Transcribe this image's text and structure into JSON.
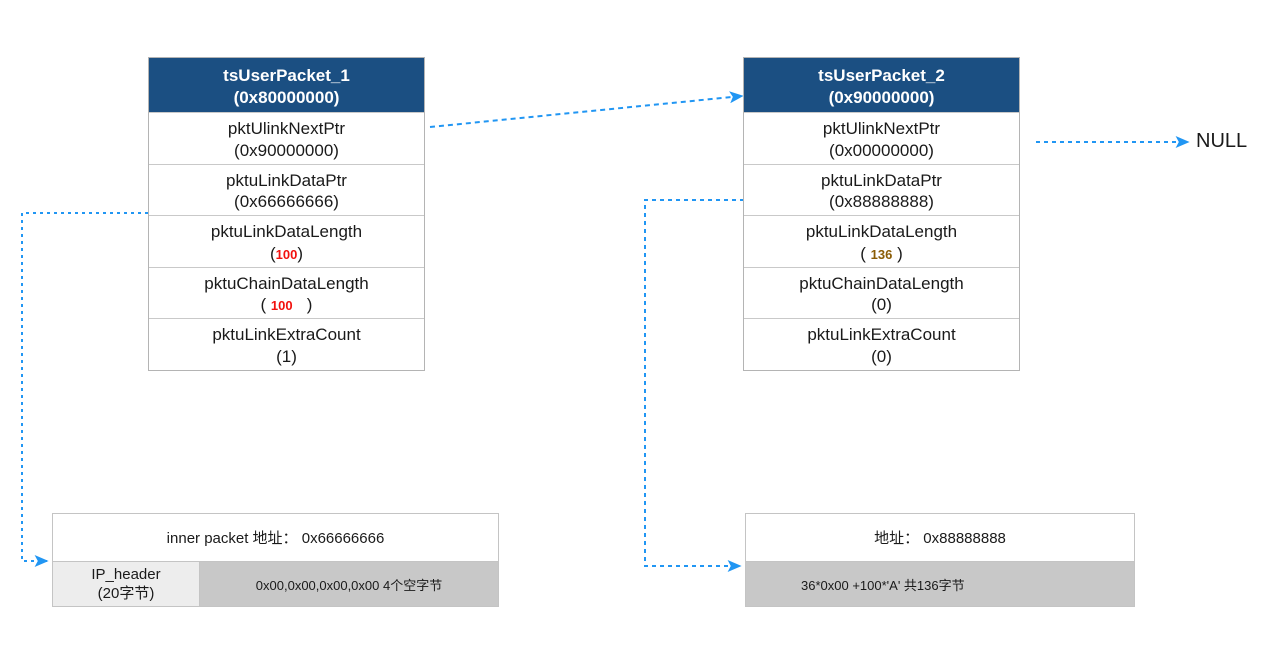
{
  "diagram": {
    "accent_blue": "#2196f3",
    "header_blue": "#1b4f82",
    "red": "#f2110e",
    "amber": "#8a5c05",
    "null_label": "NULL"
  },
  "packet1": {
    "title": "tsUserPacket_1",
    "address": "(0x80000000)",
    "rows": [
      {
        "name": "pktUlinkNextPtr",
        "value": "(0x90000000)",
        "value_color": "default"
      },
      {
        "name": "pktuLinkDataPtr",
        "value": "(0x66666666)",
        "value_color": "default"
      },
      {
        "name": "pktuLinkDataLength",
        "value": "100",
        "value_color": "red",
        "paren_open": "(",
        "paren_close": ")"
      },
      {
        "name": "pktuChainDataLength",
        "value": "100",
        "value_color": "red",
        "paren_open": "( ",
        "paren_close": "   )"
      },
      {
        "name": "pktuLinkExtraCount",
        "value": "(1)",
        "value_color": "default"
      }
    ]
  },
  "packet2": {
    "title": "tsUserPacket_2",
    "address": "(0x90000000)",
    "rows": [
      {
        "name": "pktUlinkNextPtr",
        "value": "(0x00000000)",
        "value_color": "default"
      },
      {
        "name": "pktuLinkDataPtr",
        "value": "(0x88888888)",
        "value_color": "default"
      },
      {
        "name": "pktuLinkDataLength",
        "value": "136",
        "value_color": "amber",
        "paren_open": "( ",
        "paren_close": " )"
      },
      {
        "name": "pktuChainDataLength",
        "value": "(0)",
        "value_color": "default"
      },
      {
        "name": "pktuLinkExtraCount",
        "value": "(0)",
        "value_color": "default"
      }
    ]
  },
  "memory1": {
    "address_label": "inner packet 地址： 0x66666666",
    "header_cell_line1": "IP_header",
    "header_cell_line2": "(20字节)",
    "data_cell": "0x00,0x00,0x00,0x00 4个空字节"
  },
  "memory2": {
    "address_label": "地址： 0x88888888",
    "data_cell": "36*0x00 +100*'A' 共136字节"
  }
}
